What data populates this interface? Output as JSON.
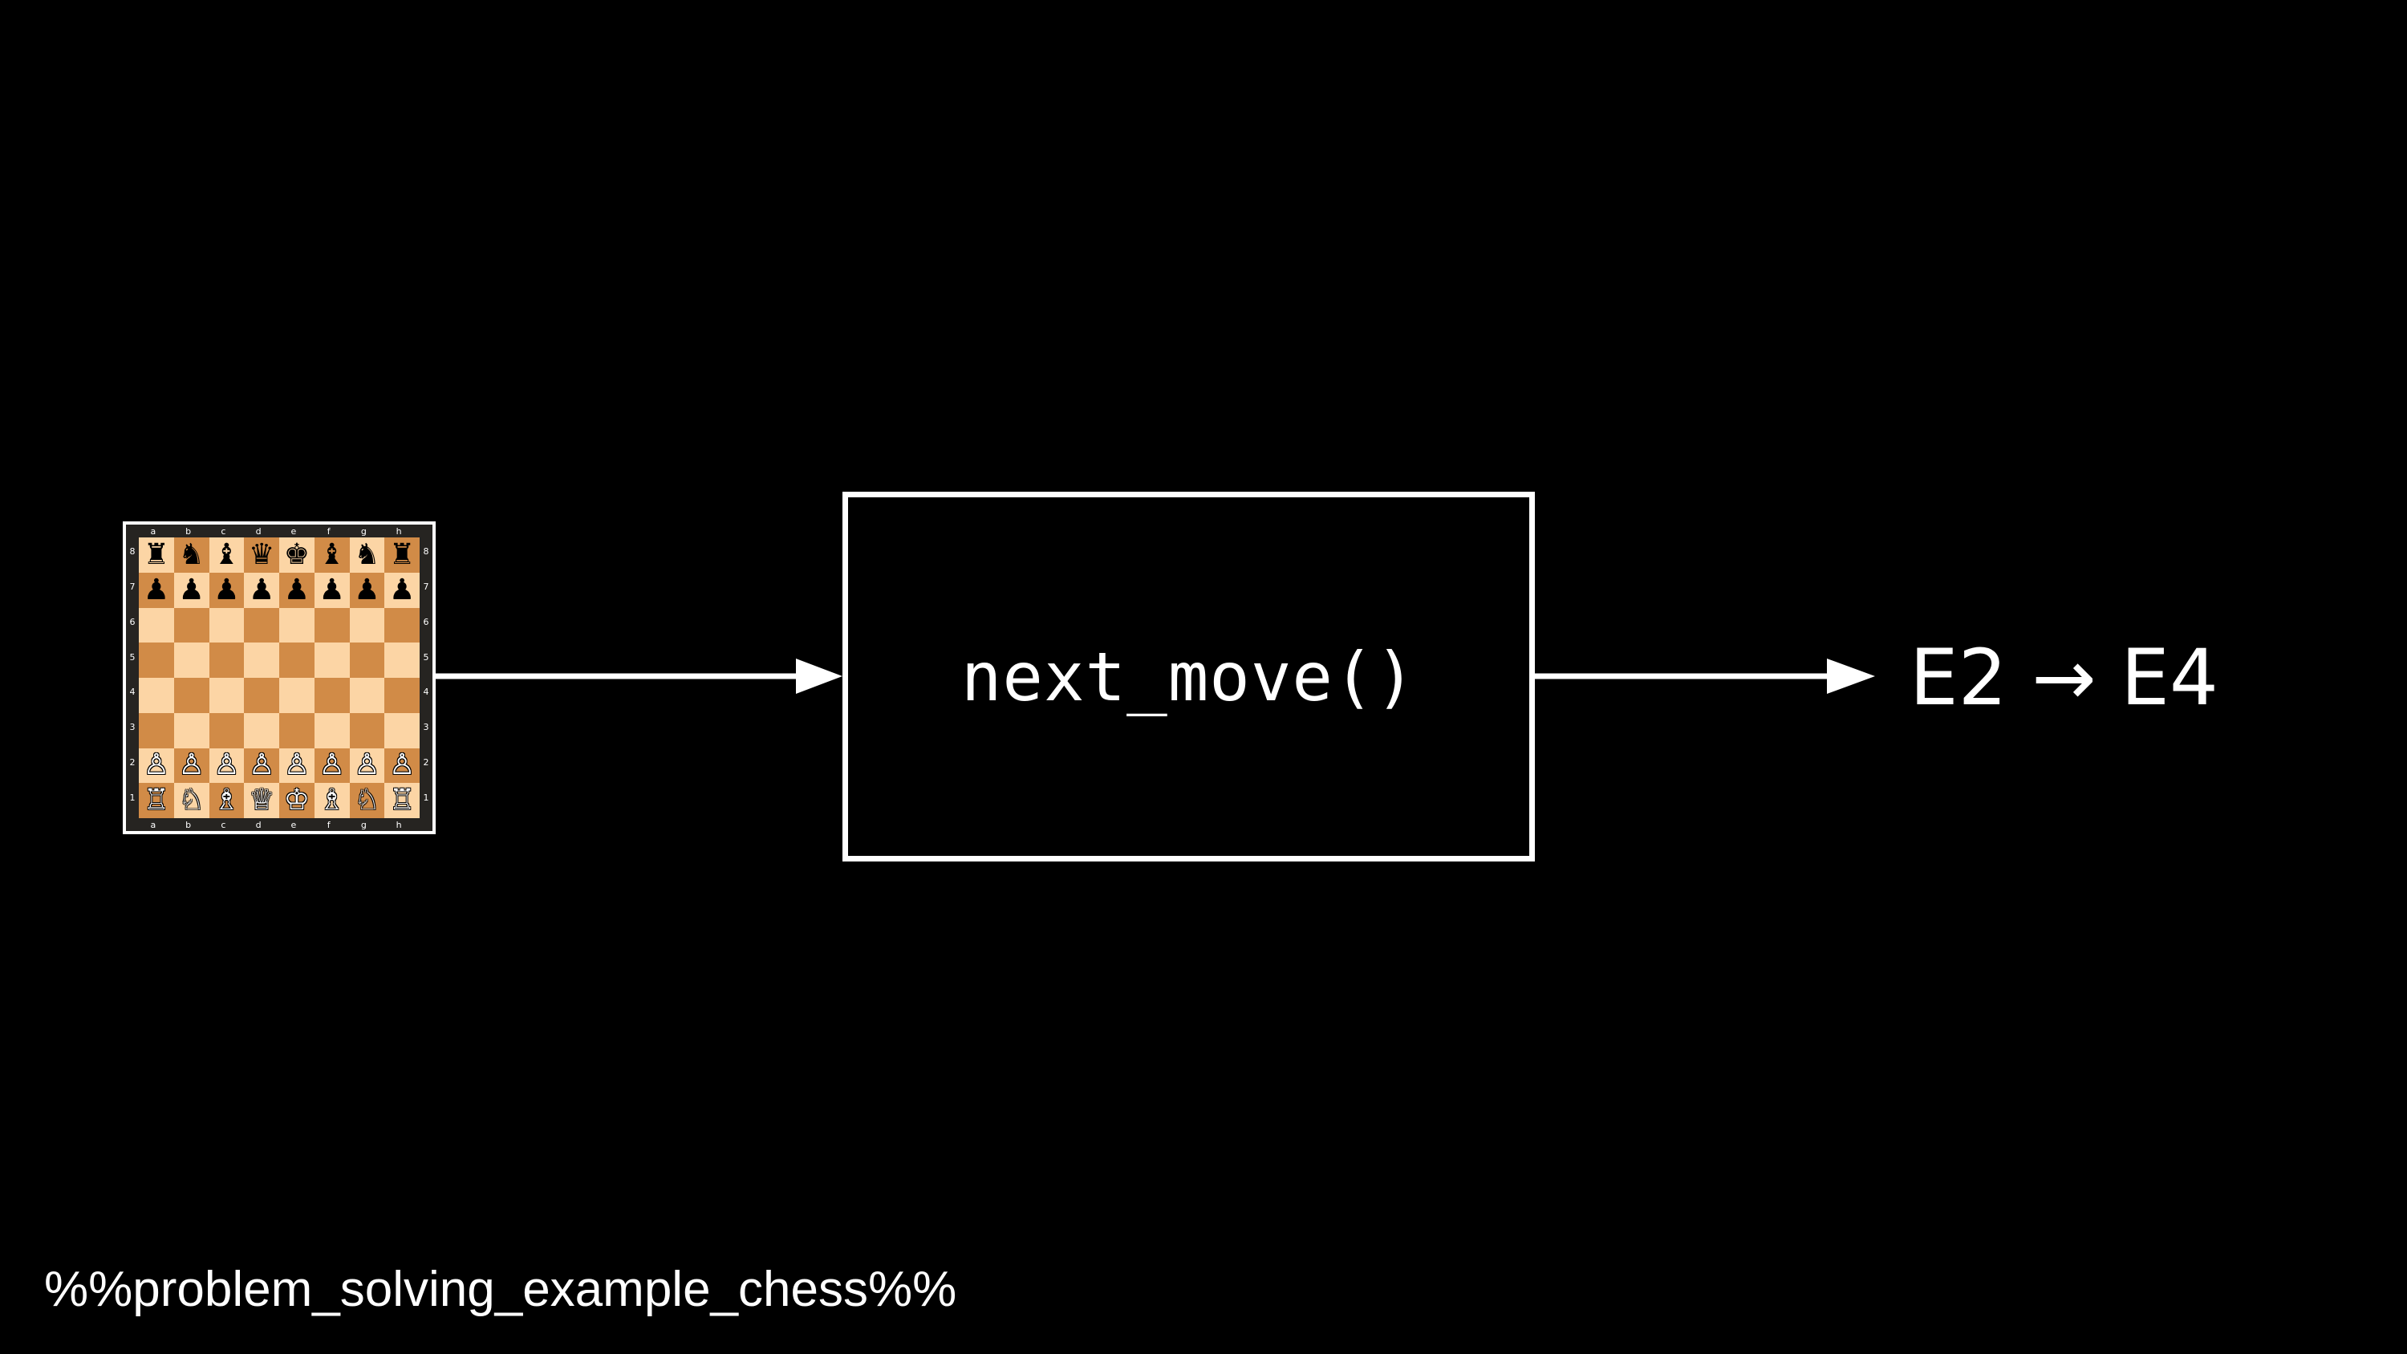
{
  "board": {
    "files": [
      "a",
      "b",
      "c",
      "d",
      "e",
      "f",
      "g",
      "h"
    ],
    "ranks": [
      "8",
      "7",
      "6",
      "5",
      "4",
      "3",
      "2",
      "1"
    ],
    "position": [
      [
        "♜",
        "♞",
        "♝",
        "♛",
        "♚",
        "♝",
        "♞",
        "♜"
      ],
      [
        "♟",
        "♟",
        "♟",
        "♟",
        "♟",
        "♟",
        "♟",
        "♟"
      ],
      [
        "",
        "",
        "",
        "",
        "",
        "",
        "",
        ""
      ],
      [
        "",
        "",
        "",
        "",
        "",
        "",
        "",
        ""
      ],
      [
        "",
        "",
        "",
        "",
        "",
        "",
        "",
        ""
      ],
      [
        "",
        "",
        "",
        "",
        "",
        "",
        "",
        ""
      ],
      [
        "♙",
        "♙",
        "♙",
        "♙",
        "♙",
        "♙",
        "♙",
        "♙"
      ],
      [
        "♖",
        "♘",
        "♗",
        "♕",
        "♔",
        "♗",
        "♘",
        "♖"
      ]
    ],
    "colors": {
      "light": "#fcd5a5",
      "dark": "#d18b47",
      "frame": "#ffffff"
    }
  },
  "function_box": {
    "label": "next_move()"
  },
  "output": {
    "move": "E2 → E4"
  },
  "footer": {
    "placeholder": "%%problem_solving_example_chess%%"
  },
  "colors": {
    "background": "#000000",
    "foreground": "#ffffff"
  }
}
